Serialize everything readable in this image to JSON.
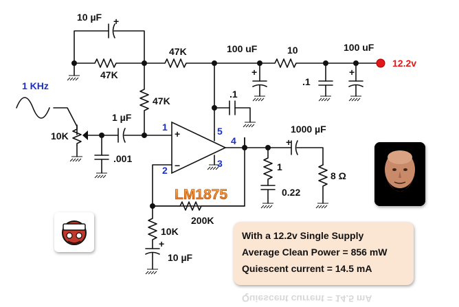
{
  "schematic": {
    "labels": {
      "c_feedback_top": "10 µF",
      "r_feedback_47k": "47K",
      "r_input_47k": "47K",
      "r_bias_47k": "47K",
      "c_supply_100u_a": "100 uF",
      "r_supply_10": "10",
      "c_supply_100u_b": "100 uF",
      "supply_voltage": "12.2v",
      "c_decouple_left": ".1",
      "c_decouple_right": ".1",
      "signal_source": "1 KHz",
      "c_input": "1 µF",
      "pot": "10K",
      "c_filter": ".001",
      "c_output": "1000 µF",
      "r_zobel": "1",
      "c_zobel": "0.22",
      "speaker": "8 Ω",
      "r_feedback": "200K",
      "r_ground_leg": "10K",
      "c_ground_leg": "10 µF",
      "chip": "LM1875"
    },
    "pins": {
      "p1": "1",
      "p2": "2",
      "p3": "3",
      "p4": "4",
      "p5": "5"
    },
    "plus_sign": "+",
    "minus_sign": "−"
  },
  "info_box": {
    "line1": "With a 12.2v Single Supply",
    "line2": "Average Clean Power = 856 mW",
    "line3": "Quiescent current = 14.5 mA"
  },
  "colors": {
    "wire": "#111111",
    "pin_labels": "#1a2fd0",
    "chip_label": "#e0701a",
    "supply_label": "#e01818",
    "input_label": "#1a2fd0",
    "info_box_bg": "#fbe6d4"
  }
}
